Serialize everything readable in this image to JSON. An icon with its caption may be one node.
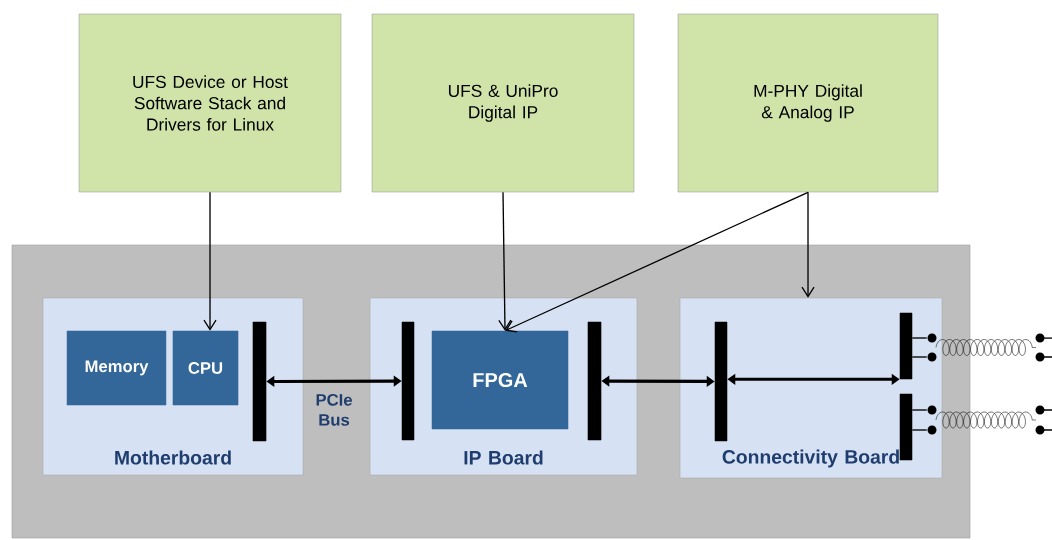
{
  "diagram": {
    "nodes": [
      {
        "text": [
          "UFS Device or Host Software Stack and Drivers for Linux"
        ]
      },
      {
        "text": [
          "UFS & UniPro Digital IP"
        ]
      },
      {
        "text": [
          "M-PHY Digital & Analog IP"
        ]
      },
      {
        "text": [],
        "shape": "box"
      },
      {
        "text": [
          "Motherboard"
        ],
        "in": 3
      },
      {
        "text": [
          "Memory"
        ],
        "in": 4
      },
      {
        "text": [
          "CPU"
        ],
        "in": 4
      },
      {
        "text": [],
        "shape": "bar",
        "in": 4
      },
      {
        "text": [
          "IP Board"
        ],
        "in": 3
      },
      {
        "text": [],
        "shape": "bar",
        "in": 8
      },
      {
        "text": [
          "FPGA"
        ],
        "in": 8
      },
      {
        "text": [],
        "shape": "bar",
        "in": 8
      },
      {
        "text": [
          "Connectivity Board"
        ],
        "in": 3
      },
      {
        "text": [],
        "shape": "bar",
        "in": 12
      },
      {
        "text": [],
        "shape": "bar",
        "in": 12
      },
      {
        "text": [],
        "shape": "bar",
        "in": 12
      },
      {
        "text": [],
        "shape": "cable"
      },
      {
        "text": [],
        "shape": "cable"
      }
    ],
    "edges": [
      {
        "from": 0,
        "to": 6,
        "arrow": "to"
      },
      {
        "from": 1,
        "to": 10,
        "arrow": "to"
      },
      {
        "from": 2,
        "to": 10,
        "arrow": "to"
      },
      {
        "from": 2,
        "to": 12,
        "arrow": "to"
      },
      {
        "from": 7,
        "to": 9,
        "arrow": "both",
        "label": "PCIe Bus",
        "style": "thick"
      },
      {
        "from": 11,
        "to": 13,
        "arrow": "both",
        "style": "thick"
      },
      {
        "from": 13,
        "to": 14,
        "arrow": "both",
        "style": "thick"
      },
      {
        "from": 14,
        "to": 16,
        "arrow": "none"
      },
      {
        "from": 14,
        "to": 16,
        "arrow": "none"
      },
      {
        "from": 15,
        "to": 17,
        "arrow": "none"
      },
      {
        "from": 15,
        "to": 17,
        "arrow": "none"
      }
    ]
  }
}
